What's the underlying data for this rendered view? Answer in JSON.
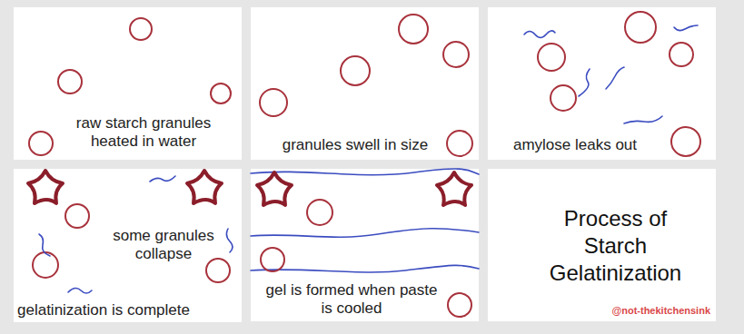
{
  "diagram": {
    "nodes": [
      {
        "text": [
          "raw starch granules heated in water"
        ]
      },
      {
        "text": [
          "granules swell in size"
        ]
      },
      {
        "text": [
          "amylose leaks out"
        ]
      },
      {
        "text": [
          "some granules collapse",
          "gelatinization is complete"
        ]
      },
      {
        "text": [
          "gel is formed when paste is cooled"
        ]
      },
      {
        "text": [
          "Process of Starch Gelatinization",
          "@not-thekitchensink"
        ]
      }
    ]
  }
}
